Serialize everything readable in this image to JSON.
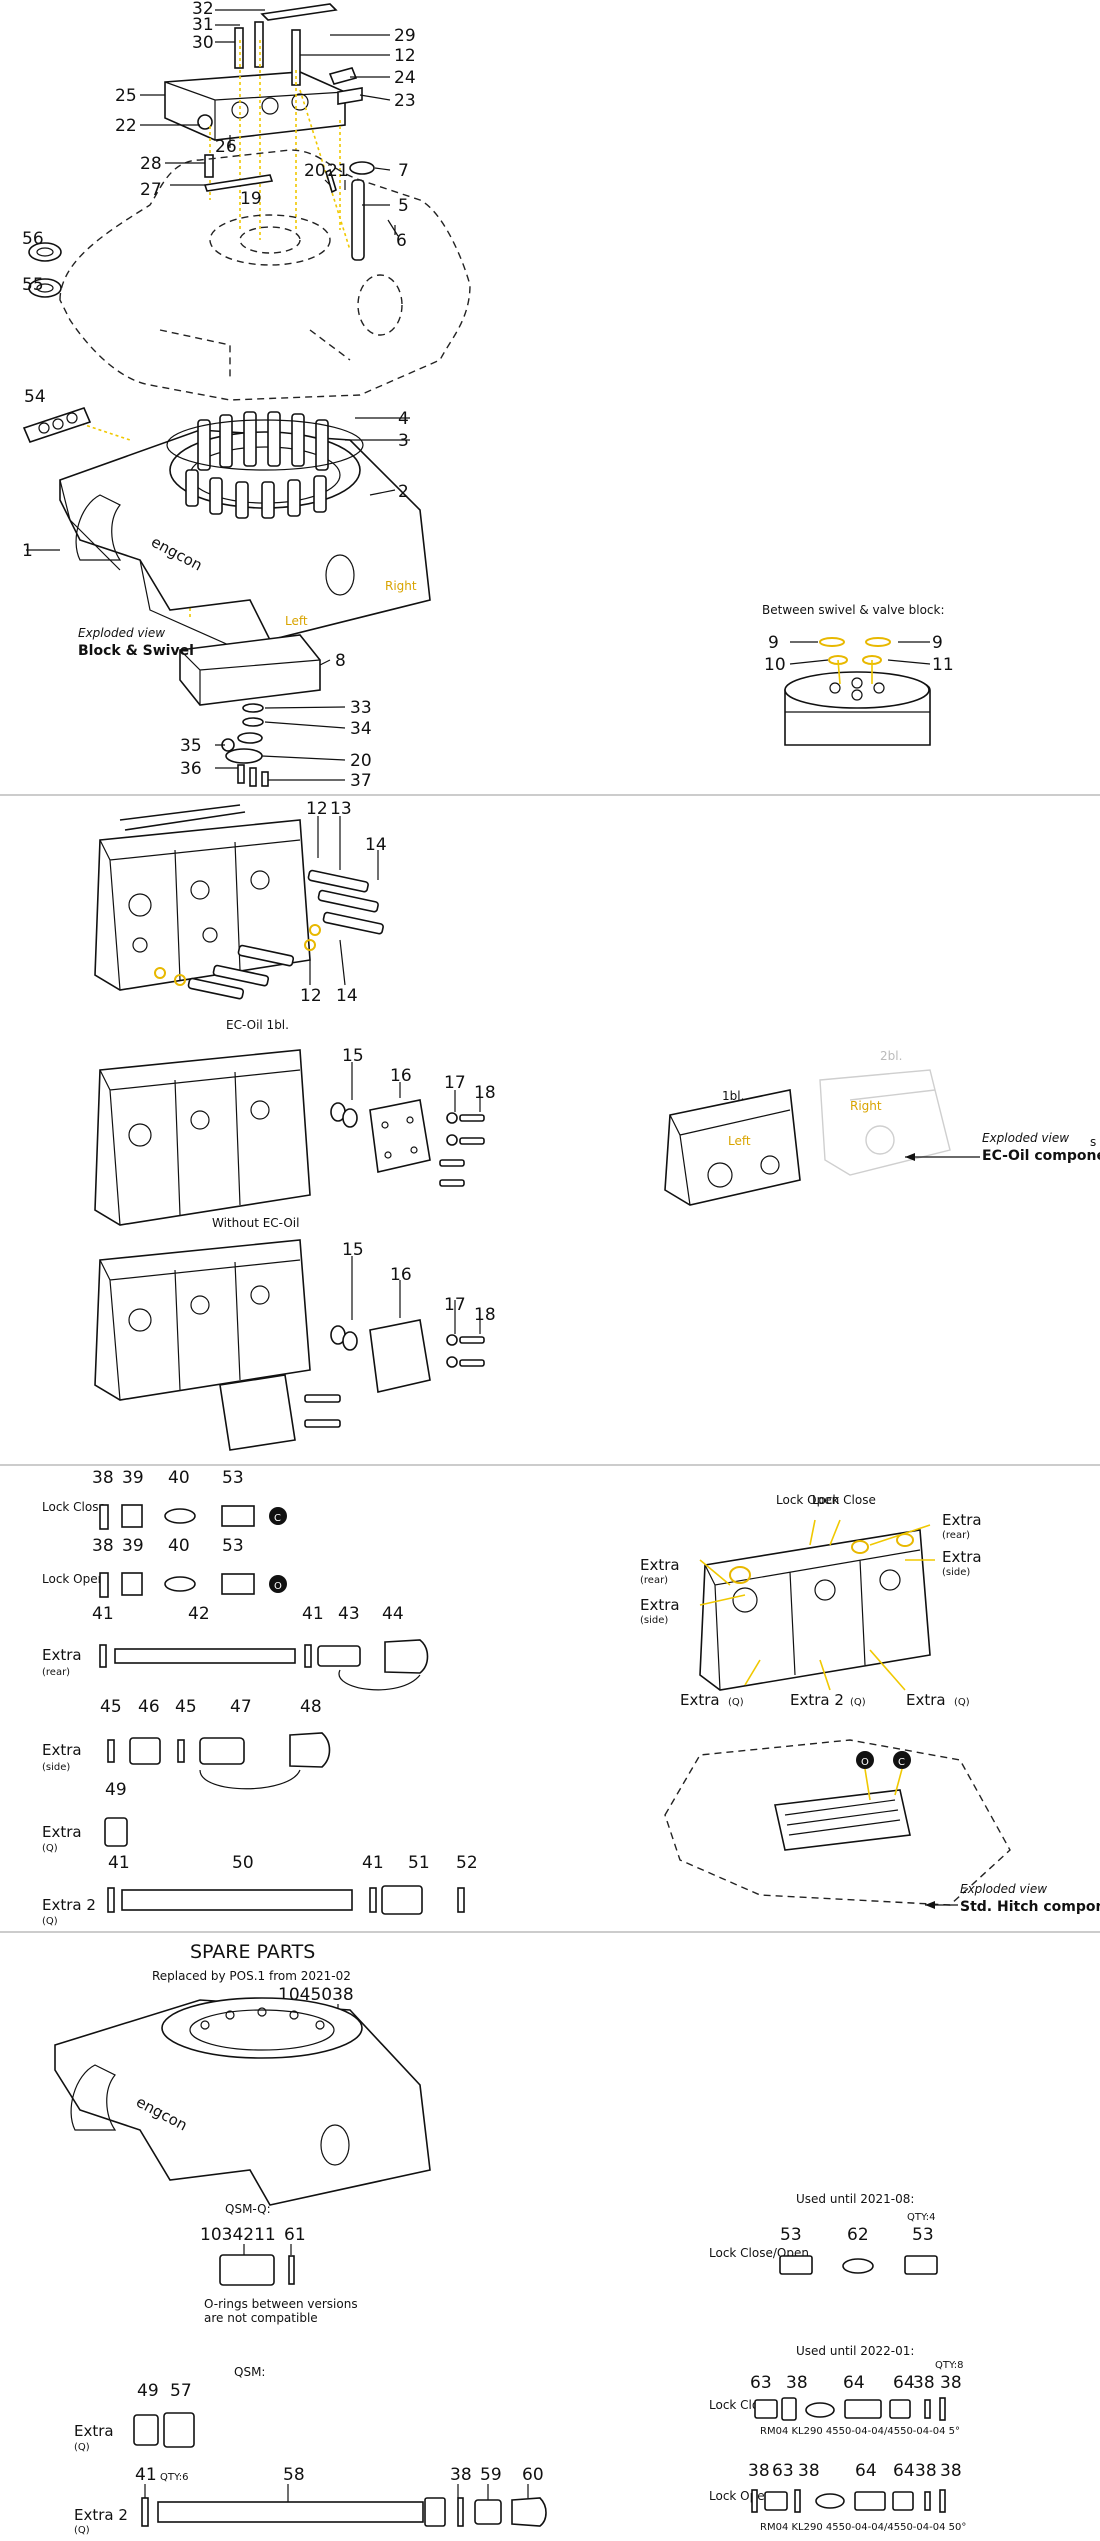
{
  "section_block_swivel": {
    "callouts": [
      "32",
      "31",
      "30",
      "29",
      "12",
      "24",
      "23",
      "25",
      "22",
      "26",
      "28",
      "27",
      "20",
      "21",
      "7",
      "5",
      "6",
      "19",
      "56",
      "55",
      "54",
      "4",
      "3",
      "2",
      "1",
      "8",
      "33",
      "34",
      "35",
      "20",
      "36",
      "37"
    ],
    "caption_italic": "Exploded view",
    "caption_bold": "Block & Swivel",
    "stamp_main": "engcon",
    "left_tag": "Left",
    "right_tag": "Right",
    "swivel_title": "Between swivel & valve block:",
    "swivel_callouts": [
      "9",
      "9",
      "10",
      "11"
    ]
  },
  "section_ec_oil": {
    "top_callouts": [
      "12",
      "13",
      "14",
      "12",
      "14"
    ],
    "label_ec_oil_1bl": "EC-Oil 1bl.",
    "ec_callouts": [
      "15",
      "16",
      "17",
      "18"
    ],
    "label_without": "Without EC-Oil",
    "wo_callouts": [
      "15",
      "16",
      "17",
      "18"
    ],
    "right_label_1bl": "1bl.",
    "right_label_2bl": "2bl.",
    "right_left_tag": "Left",
    "right_right_tag": "Right",
    "caption_italic": "Exploded view",
    "caption_bold": "EC-Oil component",
    "cut_text": "s"
  },
  "section_hitch": {
    "lock_close_label": "Lock Close",
    "lock_open_label": "Lock Open",
    "row1_callouts": [
      "38",
      "39",
      "40",
      "53"
    ],
    "row1_badge": "C",
    "row2_callouts": [
      "38",
      "39",
      "40",
      "53"
    ],
    "row2_badge": "O",
    "extra_rear": "Extra",
    "extra_rear_sub": "(rear)",
    "rear_callouts": [
      "41",
      "42",
      "41",
      "43",
      "44"
    ],
    "extra_side": "Extra",
    "extra_side_sub": "(side)",
    "side_callouts": [
      "45",
      "46",
      "45",
      "47",
      "48"
    ],
    "extra_q": "Extra",
    "extra_q_sub": "(Q)",
    "q_callouts": [
      "49"
    ],
    "extra2": "Extra 2",
    "extra2_sub": "(Q)",
    "extra2_callouts": [
      "41",
      "50",
      "41",
      "51",
      "52"
    ],
    "right_labels": {
      "lock_open": "Lock Open",
      "lock_close": "Lock Close",
      "extra_rear_l": "Extra",
      "extra_rear_l_sub": "(rear)",
      "extra_side_l": "Extra",
      "extra_side_l_sub": "(side)",
      "extra_rear_r": "Extra",
      "extra_rear_r_sub": "(rear)",
      "extra_side_r": "Extra",
      "extra_side_r_sub": "(side)",
      "extra_q_a": "Extra",
      "extra_q_a_sub": "(Q)",
      "extra2_q": "Extra 2",
      "extra2_q_sub": "(Q)",
      "extra_q_b": "Extra",
      "extra_q_b_sub": "(Q)"
    },
    "badge_o": "O",
    "badge_c": "C",
    "caption_italic": "Exploded view",
    "caption_bold": "Std. Hitch components"
  },
  "section_spare": {
    "title": "SPARE PARTS",
    "subtitle": "Replaced by POS.1 from 2021-02",
    "part_no": "1045038",
    "stamp": "engcon",
    "qsm_q_label": "QSM-Q:",
    "qsm_q_part": "1034211",
    "qsm_q_callout": "61",
    "note_line1": "O-rings between versions",
    "note_line2": "are not compatible",
    "used_until_1": "Used until 2021-08:",
    "qty4": "QTY:4",
    "u1_callouts": [
      "53",
      "62",
      "53"
    ],
    "lock_close_open": "Lock Close/Open",
    "used_until_2": "Used until 2022-01:",
    "qty8": "QTY:8",
    "u2_close_callouts": [
      "63",
      "38",
      "64",
      "64",
      "38",
      "38"
    ],
    "lock_close": "Lock Close",
    "rm_line_close": "RM04 KL290 4550-04-04/4550-04-04 5°",
    "u2_open_callouts": [
      "38",
      "63",
      "38",
      "64",
      "64",
      "38",
      "38"
    ],
    "lock_open": "Lock Open",
    "rm_line_open": "RM04 KL290 4550-04-04/4550-04-04 50°",
    "qsm_label": "QSM:",
    "qsm_extra": "Extra",
    "qsm_extra_sub": "(Q)",
    "qsm_extra_callouts": [
      "49",
      "57"
    ],
    "qsm_extra2": "Extra 2",
    "qsm_extra2_sub": "(Q)",
    "qty6": "QTY:6",
    "qsm_extra2_callouts": [
      "41",
      "58",
      "38",
      "59",
      "60"
    ]
  }
}
